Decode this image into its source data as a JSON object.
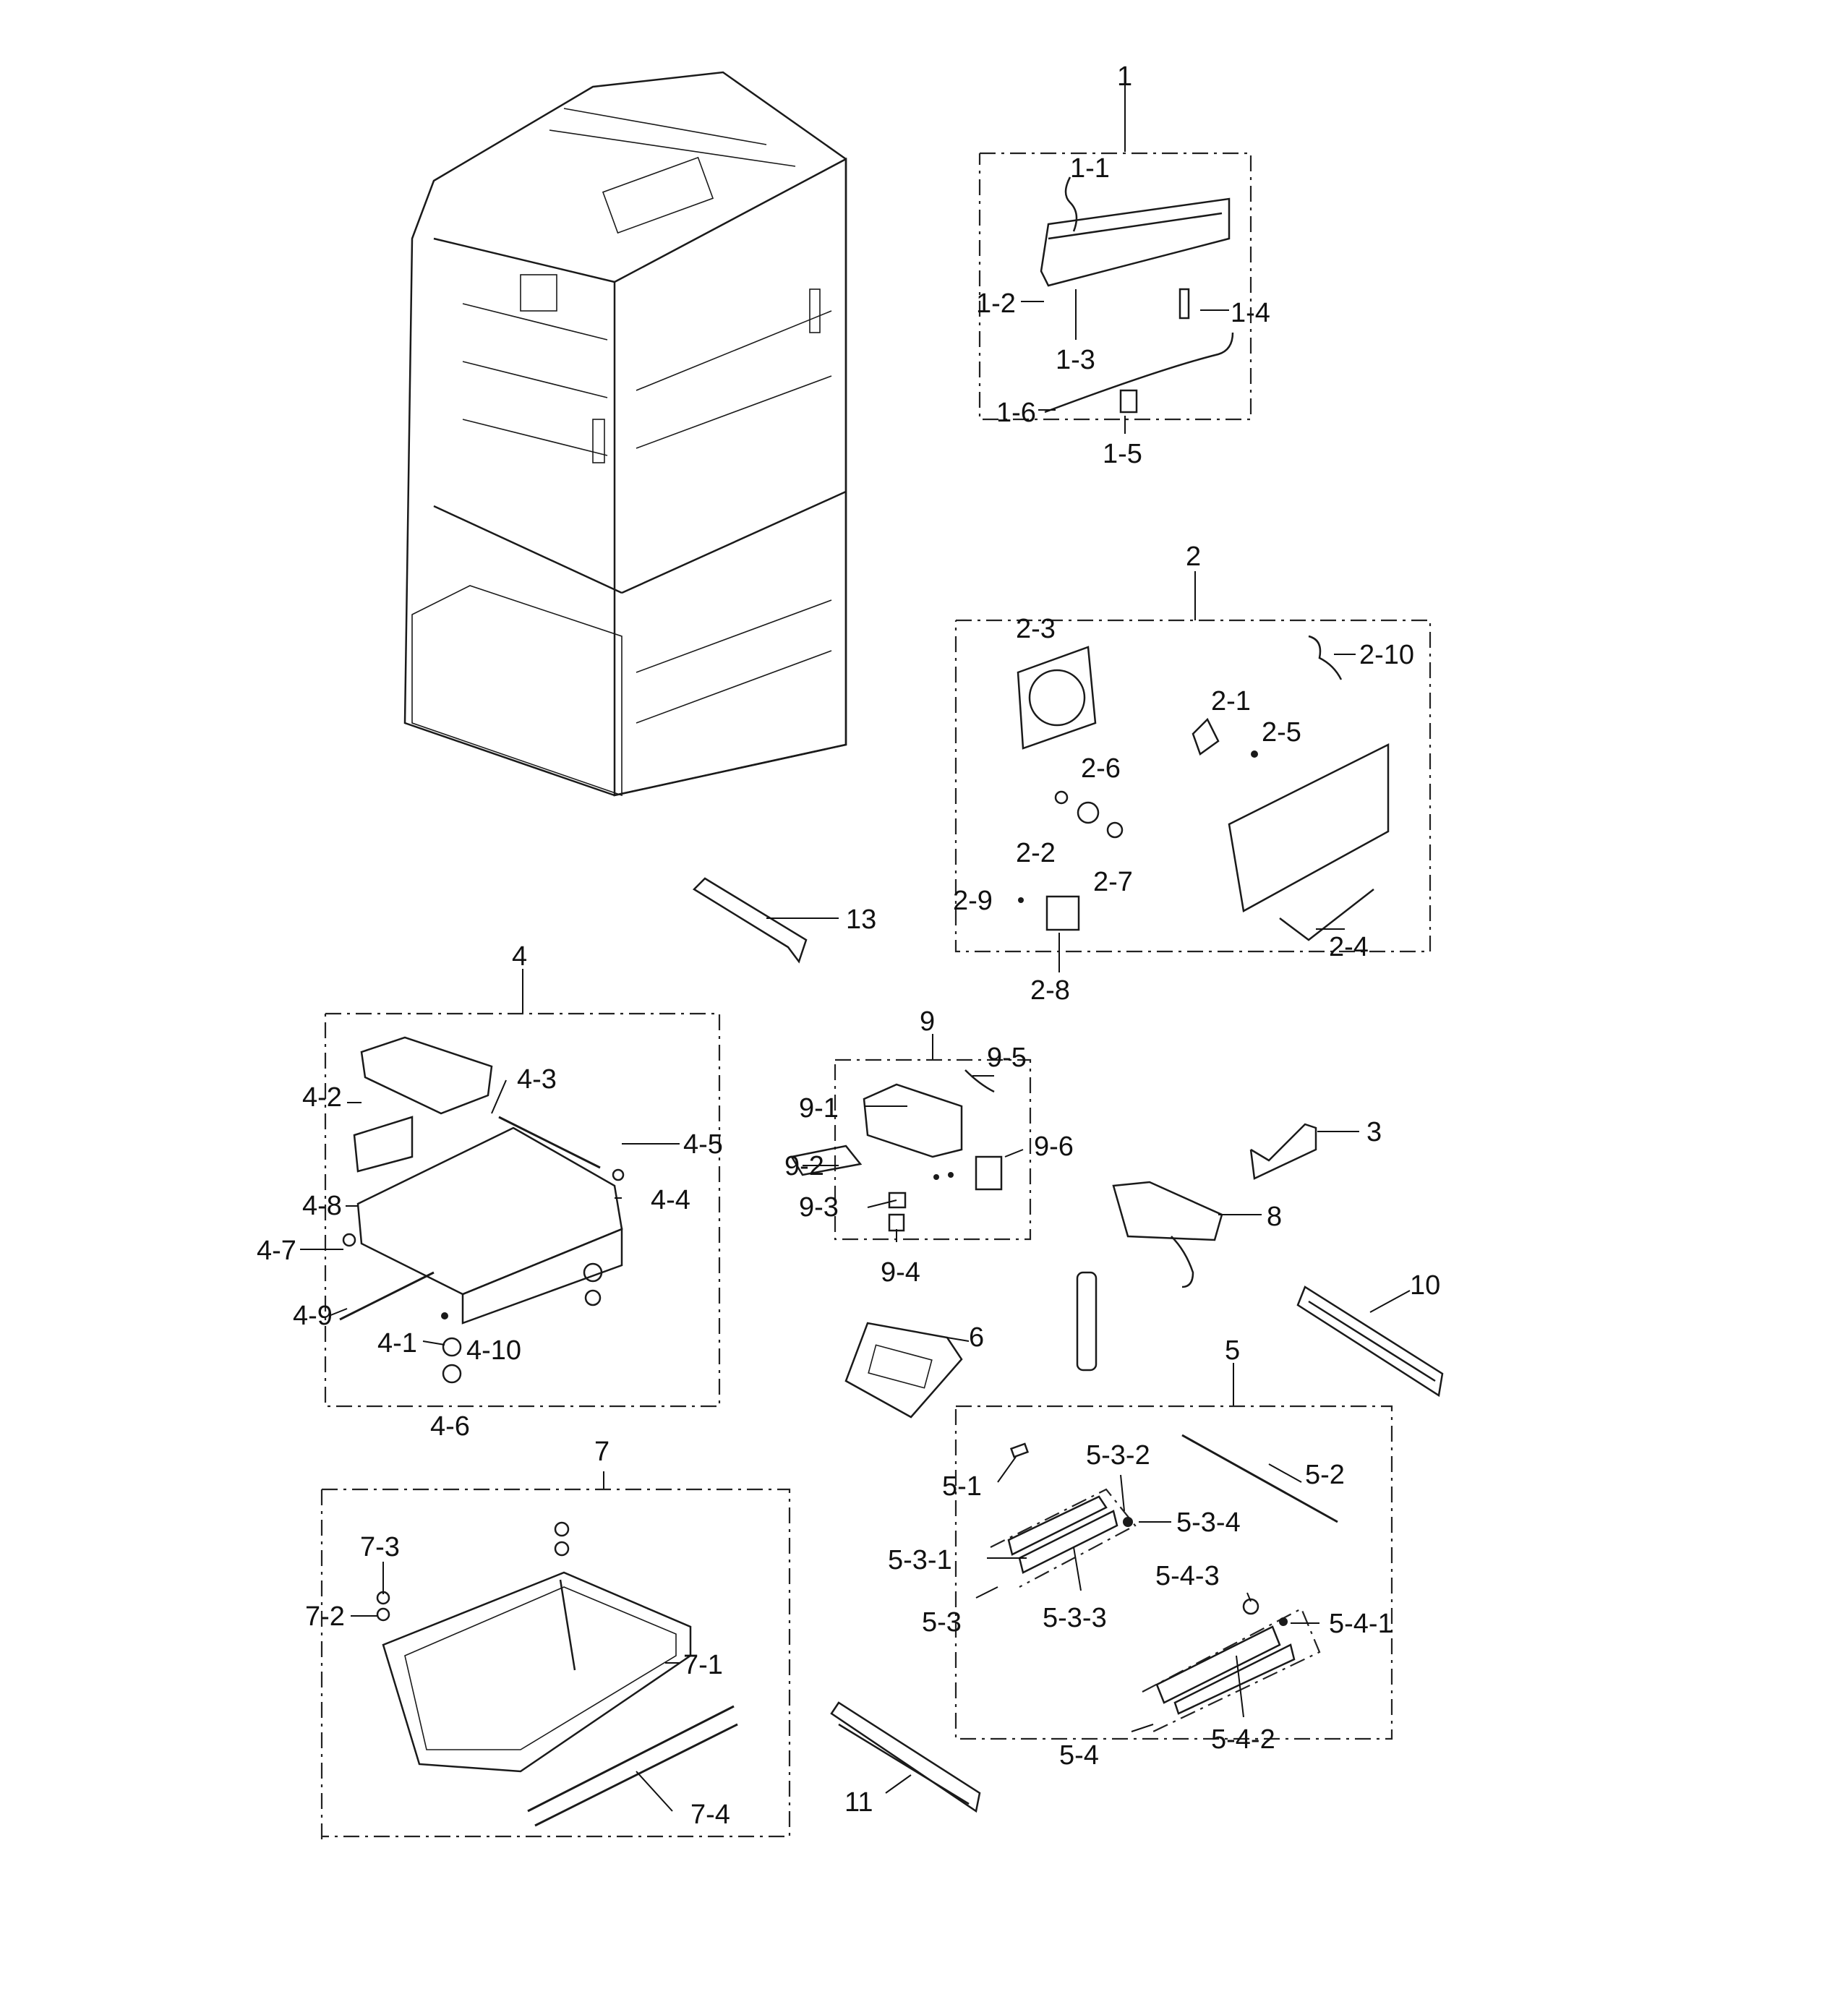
{
  "labels": {
    "g1": "1",
    "g1_1": "1-1",
    "g1_2": "1-2",
    "g1_3": "1-3",
    "g1_4": "1-4",
    "g1_5": "1-5",
    "g1_6": "1-6",
    "g2": "2",
    "g2_1": "2-1",
    "g2_2": "2-2",
    "g2_3": "2-3",
    "g2_4": "2-4",
    "g2_5": "2-5",
    "g2_6": "2-6",
    "g2_7": "2-7",
    "g2_8": "2-8",
    "g2_9": "2-9",
    "g2_10": "2-10",
    "g3": "3",
    "g4": "4",
    "g4_1": "4-1",
    "g4_2": "4-2",
    "g4_3": "4-3",
    "g4_4": "4-4",
    "g4_5": "4-5",
    "g4_6": "4-6",
    "g4_7": "4-7",
    "g4_8": "4-8",
    "g4_9": "4-9",
    "g4_10": "4-10",
    "g5": "5",
    "g5_1": "5-1",
    "g5_2": "5-2",
    "g5_3": "5-3",
    "g5_3_1": "5-3-1",
    "g5_3_2": "5-3-2",
    "g5_3_3": "5-3-3",
    "g5_3_4": "5-3-4",
    "g5_4": "5-4",
    "g5_4_1": "5-4-1",
    "g5_4_2": "5-4-2",
    "g5_4_3": "5-4-3",
    "g6": "6",
    "g7": "7",
    "g7_1": "7-1",
    "g7_2": "7-2",
    "g7_3": "7-3",
    "g7_4": "7-4",
    "g8": "8",
    "g9": "9",
    "g9_1": "9-1",
    "g9_2": "9-2",
    "g9_3": "9-3",
    "g9_4": "9-4",
    "g9_5": "9-5",
    "g9_6": "9-6",
    "g10": "10",
    "g11": "11",
    "g13": "13"
  }
}
